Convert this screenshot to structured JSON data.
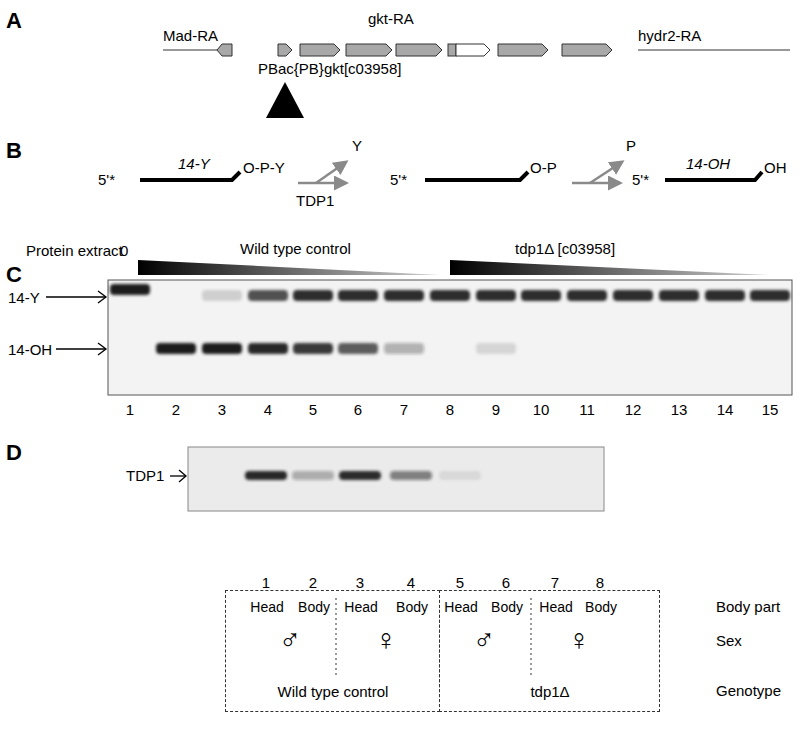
{
  "diagram": {
    "nodes": [
      {
        "text": [
          "Head",
          "Body",
          "Head",
          "Body",
          "♂",
          "♀",
          "Wild type control"
        ]
      },
      {
        "text": [
          "Head",
          "Body",
          "Head",
          "Body",
          "♂",
          "♀",
          "tdp1Δ"
        ]
      }
    ],
    "labels": [
      "A",
      "Mad-RA",
      "gkt-RA",
      "hydr2-RA",
      "PBac{PB}gkt[c03958]",
      "B",
      "5'*",
      "14-Y",
      "O-P-Y",
      "Y",
      "TDP1",
      "5'*",
      "O-P",
      "P",
      "5'*",
      "14-OH",
      "OH",
      "C",
      "Protein extract",
      "0",
      "Wild type control",
      "tdp1Δ [c03958]",
      "14-Y",
      "14-OH",
      "1",
      "2",
      "3",
      "4",
      "5",
      "6",
      "7",
      "8",
      "9",
      "10",
      "11",
      "12",
      "13",
      "14",
      "15",
      "D",
      "TDP1",
      "1",
      "2",
      "3",
      "4",
      "5",
      "6",
      "7",
      "8",
      "Body part",
      "Sex",
      "Genotype"
    ]
  }
}
